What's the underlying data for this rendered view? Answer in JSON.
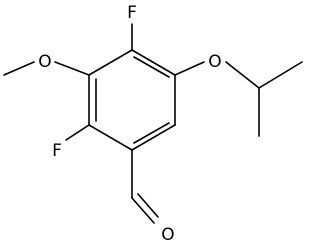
{
  "molecule": {
    "atoms": {
      "f_top": "F",
      "f_left": "F",
      "o_methoxy": "O",
      "o_isopropoxy": "O",
      "o_aldehyde": "O"
    }
  },
  "colors": {
    "bond": "#000000",
    "label": "#000000",
    "background": "#ffffff"
  }
}
